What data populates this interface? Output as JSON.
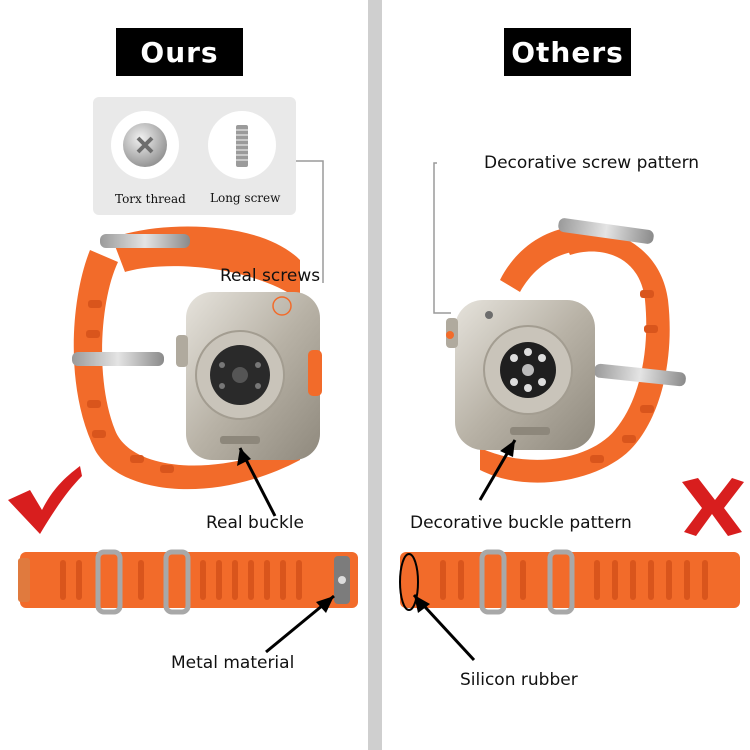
{
  "left_panel": {
    "tag": "Ours",
    "inset": {
      "torx_label": "Torx thread",
      "screw_label": "Long screw"
    },
    "real_screws": "Real screws",
    "real_buckle": "Real buckle",
    "metal_material": "Metal material",
    "mark_icon": "red-check-icon"
  },
  "right_panel": {
    "tag": "Others",
    "decorative_screw": "Decorative screw pattern",
    "decorative_buckle": "Decorative buckle pattern",
    "silicon_rubber": "Silicon rubber",
    "mark_icon": "red-x-icon"
  },
  "colors": {
    "band_orange": "#f26b2a",
    "band_dark": "#d9551c",
    "divider_gray": "#cfcfcf",
    "tag_black": "#000000",
    "mark_red": "#d81e1e"
  }
}
